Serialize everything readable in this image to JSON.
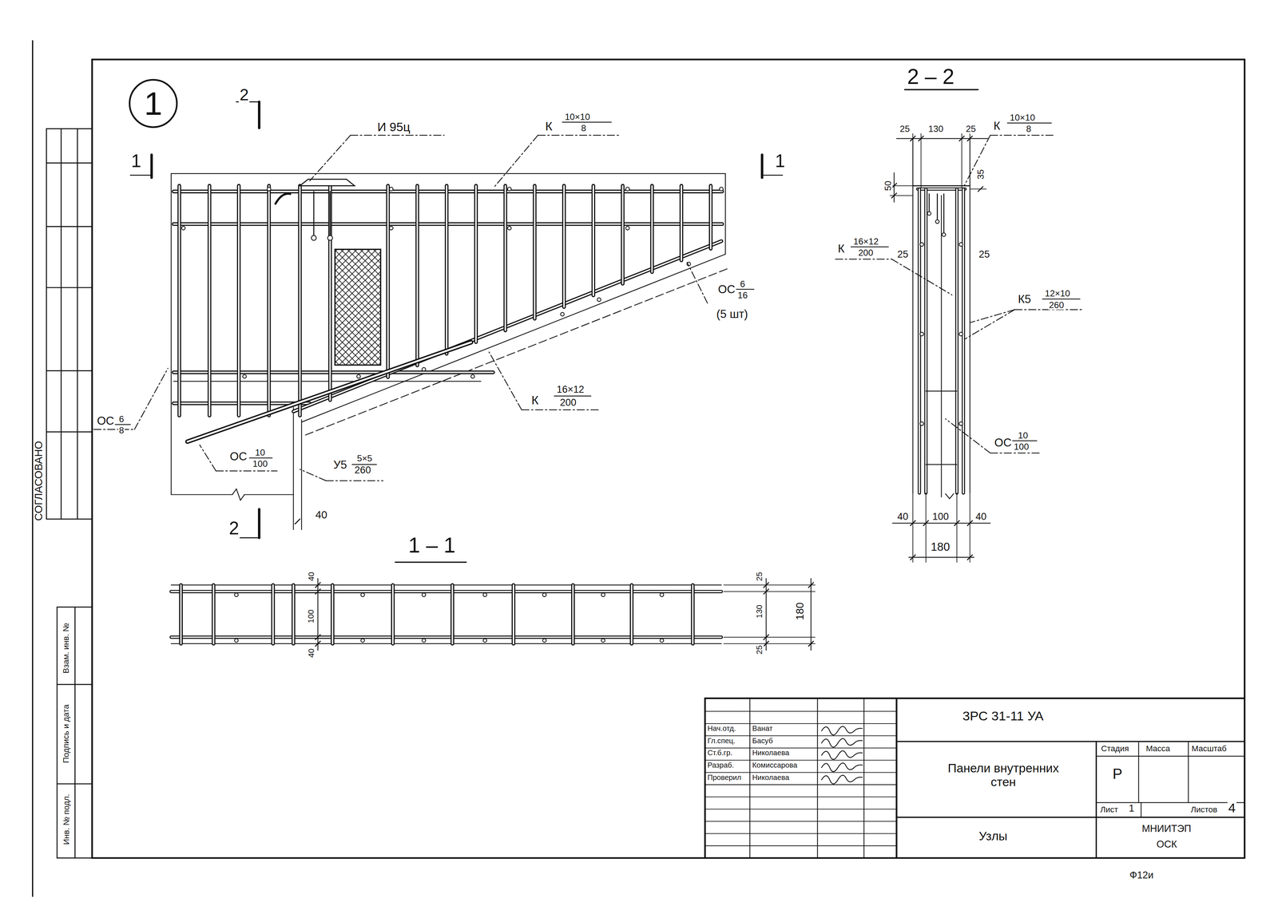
{
  "diagram": {
    "nodes": [
      {
        "text": [
          "1"
        ]
      }
    ],
    "labels": [
      "2",
      "2",
      "1",
      "1",
      "И 95ц",
      "К",
      "10×10",
      "8",
      "ОС",
      "6",
      "16",
      "(5 шт)",
      "К",
      "16×12",
      "200",
      "ОС",
      "6",
      "8",
      "ОС",
      "10",
      "100",
      "У5",
      "5×5",
      "260",
      "40",
      "1 – 1",
      "2 – 2",
      "40",
      "100",
      "40",
      "25",
      "130",
      "25",
      "180",
      "25",
      "130",
      "25",
      "К",
      "10×10",
      "8",
      "50",
      "35",
      "К",
      "16×12",
      "200",
      "25",
      "25",
      "К5",
      "12×10",
      "260",
      "ОС",
      "10",
      "100",
      "40",
      "100",
      "40",
      "180",
      "Нач.отд.",
      "Ванат",
      "Гл.спец.",
      "Басуб",
      "Ст.б.гр.",
      "Николаева",
      "Разраб.",
      "Комиссарова",
      "Проверил",
      "Николаева",
      "3РС 31-11 УА",
      "Стадия",
      "Масса",
      "Масштаб",
      "Р",
      "Панели внутренних стен",
      "Лист",
      "1",
      "Листов",
      "4",
      "Узлы",
      "МНИИТЭП",
      "ОСК",
      "Ф12и",
      "СОГЛАСОВАНО",
      "Взам. инв. №",
      "Подпись и дата",
      "Инв. № подл."
    ]
  }
}
